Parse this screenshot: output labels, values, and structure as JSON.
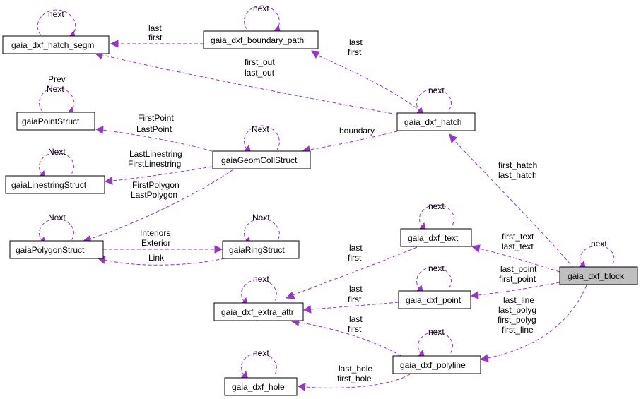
{
  "nodes": {
    "hatch_segm": "gaia_dxf_hatch_segm",
    "boundary_path": "gaia_dxf_boundary_path",
    "point_struct": "gaiaPointStruct",
    "hatch": "gaia_dxf_hatch",
    "geomcoll": "gaiaGeomCollStruct",
    "linestring": "gaiaLinestringStruct",
    "polygon": "gaiaPolygonStruct",
    "ring": "gaiaRingStruct",
    "text": "gaia_dxf_text",
    "block": "gaia_dxf_block",
    "extra_attr": "gaia_dxf_extra_attr",
    "point": "gaia_dxf_point",
    "polyline": "gaia_dxf_polyline",
    "hole": "gaia_dxf_hole"
  },
  "labels": {
    "hatch_segm_self": "next",
    "boundary_path_self": "next",
    "bp_to_segm_1": "last",
    "bp_to_segm_2": "first",
    "hatch_to_bp_1": "last",
    "hatch_to_bp_2": "first",
    "hatch_to_segm_1": "first_out",
    "hatch_to_segm_2": "last_out",
    "point_self_1": "Prev",
    "point_self_2": "Next",
    "hatch_self": "next",
    "geom_to_point_1": "FirstPoint",
    "geom_to_point_2": "LastPoint",
    "geom_self": "Next",
    "hatch_to_geom": "boundary",
    "line_self": "Next",
    "geom_to_line_1": "LastLinestring",
    "geom_to_line_2": "FirstLinestring",
    "geom_to_poly_1": "FirstPolygon",
    "geom_to_poly_2": "LastPolygon",
    "block_to_hatch_1": "first_hatch",
    "block_to_hatch_2": "last_hatch",
    "poly_self": "Next",
    "ring_self": "Next",
    "poly_to_ring_1": "Interiors",
    "poly_to_ring_2": "Exterior",
    "ring_to_poly": "Link",
    "text_self": "next",
    "text_to_extra_1": "last",
    "text_to_extra_2": "first",
    "block_to_text_1": "first_text",
    "block_to_text_2": "last_text",
    "block_self": "next",
    "pointdxf_self": "next",
    "block_to_point_1": "last_point",
    "block_to_point_2": "first_point",
    "extra_self": "next",
    "pt_to_extra_1": "last",
    "pt_to_extra_2": "first",
    "block_to_polyline_1": "last_line",
    "block_to_polyline_2": "last_polyg",
    "block_to_polyline_3": "first_polyg",
    "block_to_polyline_4": "first_line",
    "pl_to_extra_1": "last",
    "pl_to_extra_2": "first",
    "polyline_self": "next",
    "hole_self": "next",
    "pl_to_hole_1": "last_hole",
    "pl_to_hole_2": "first_hole"
  },
  "colors": {
    "edge": "#9a32cd",
    "highlight_fill": "#bfbfbf"
  }
}
